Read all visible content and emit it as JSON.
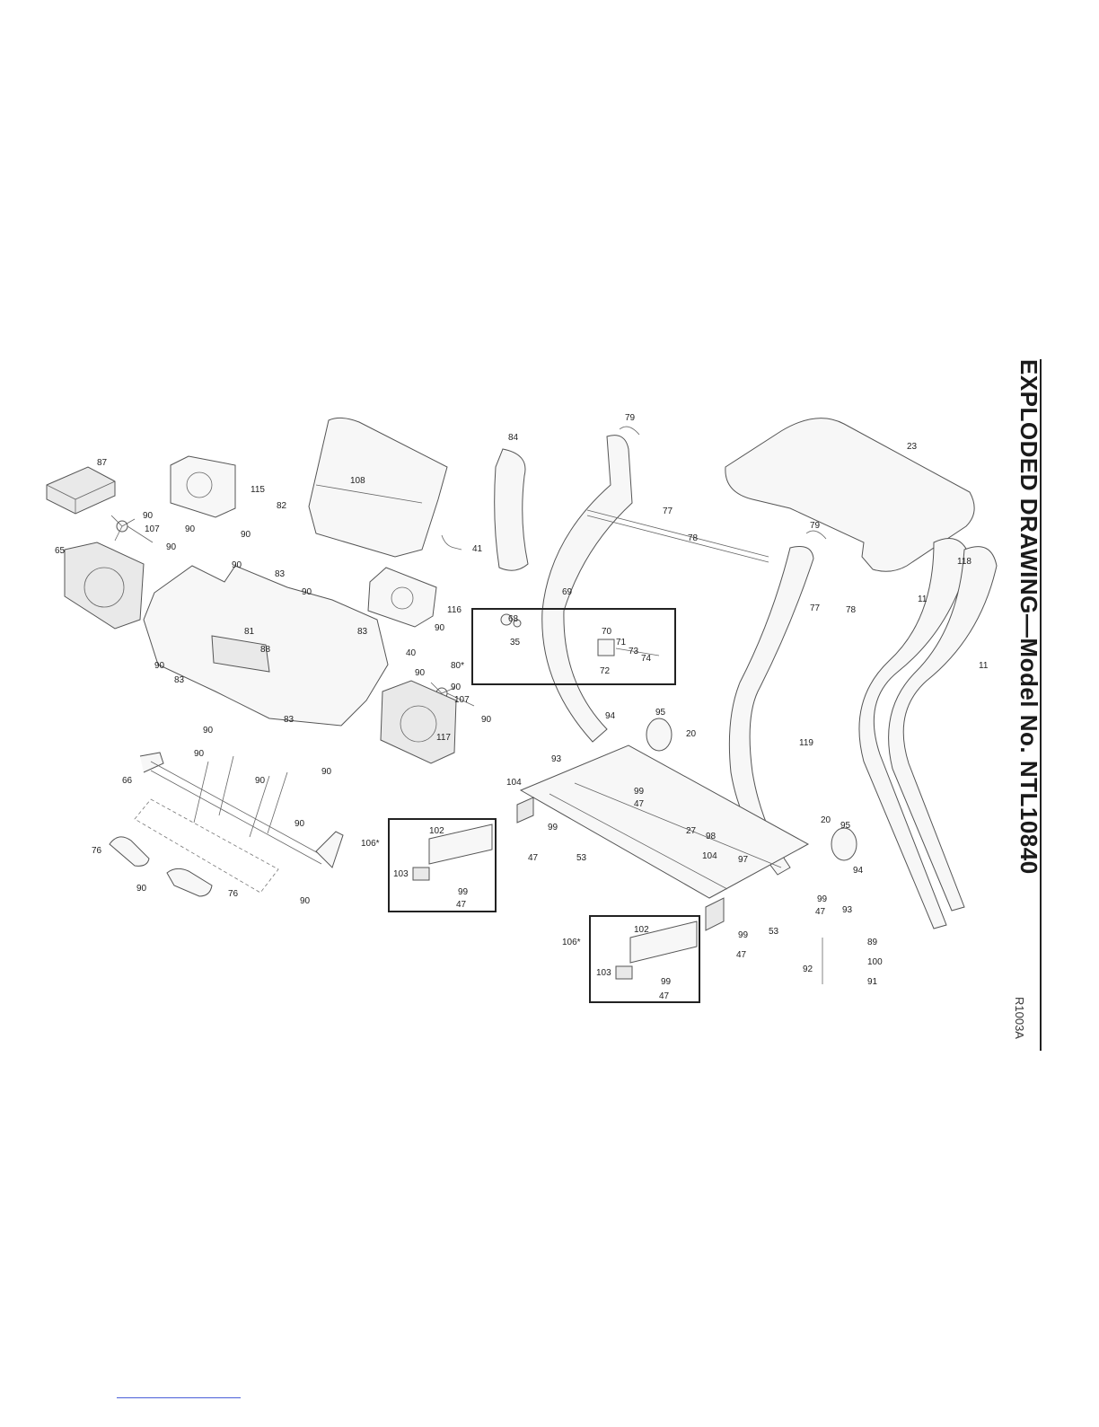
{
  "header": {
    "title": "EXPLODED DRAWING—Model No. NTL10840"
  },
  "drawing_code": "R1003A",
  "callouts": {
    "c87": "87",
    "c115": "115",
    "c90a": "90",
    "c107a": "107",
    "c90b": "90",
    "c90c": "90",
    "c90d": "90",
    "c65": "65",
    "c82": "82",
    "c108": "108",
    "c41": "41",
    "c84": "84",
    "c79a": "79",
    "c79b": "79",
    "c23": "23",
    "c77a": "77",
    "c78a": "78",
    "c69": "69",
    "c77b": "77",
    "c78b": "78",
    "c118": "118",
    "c11a": "11",
    "c11b": "11",
    "c90e": "90",
    "c83a": "83",
    "c90f": "90",
    "c116": "116",
    "c90g": "90",
    "c83b": "83",
    "c81": "81",
    "c88": "88",
    "c40": "40",
    "c90h": "90",
    "c90i": "90",
    "c107b": "107",
    "c90j": "90",
    "c90k": "90",
    "c83c": "83",
    "c83d": "83",
    "c117": "117",
    "c90l": "90",
    "c68": "68",
    "c35": "35",
    "c70": "70",
    "c71": "71",
    "c73": "73",
    "c72": "72",
    "c74": "74",
    "c80": "80*",
    "c94a": "94",
    "c95a": "95",
    "c20a": "20",
    "c93a": "93",
    "c119": "119",
    "c104a": "104",
    "c99a": "99",
    "c47a": "47",
    "c99b": "99",
    "c47b": "47",
    "c53a": "53",
    "c27": "27",
    "c98": "98",
    "c97": "97",
    "c104b": "104",
    "c20b": "20",
    "c95b": "95",
    "c94b": "94",
    "c93b": "93",
    "c99c": "99",
    "c47c": "47",
    "c53b": "53",
    "c99d": "99",
    "c47d": "47",
    "c89": "89",
    "c92": "92",
    "c100": "100",
    "c91": "91",
    "c90m": "90",
    "c90n": "90",
    "c66": "66",
    "c90o": "90",
    "c90p": "90",
    "c76a": "76",
    "c90q": "90",
    "c76b": "76",
    "c90r": "90",
    "c106a": "106*",
    "c102a": "102",
    "c103a": "103",
    "c99e": "99",
    "c47e": "47",
    "c106b": "106*",
    "c102b": "102",
    "c103b": "103",
    "c99f": "99",
    "c47f": "47"
  }
}
